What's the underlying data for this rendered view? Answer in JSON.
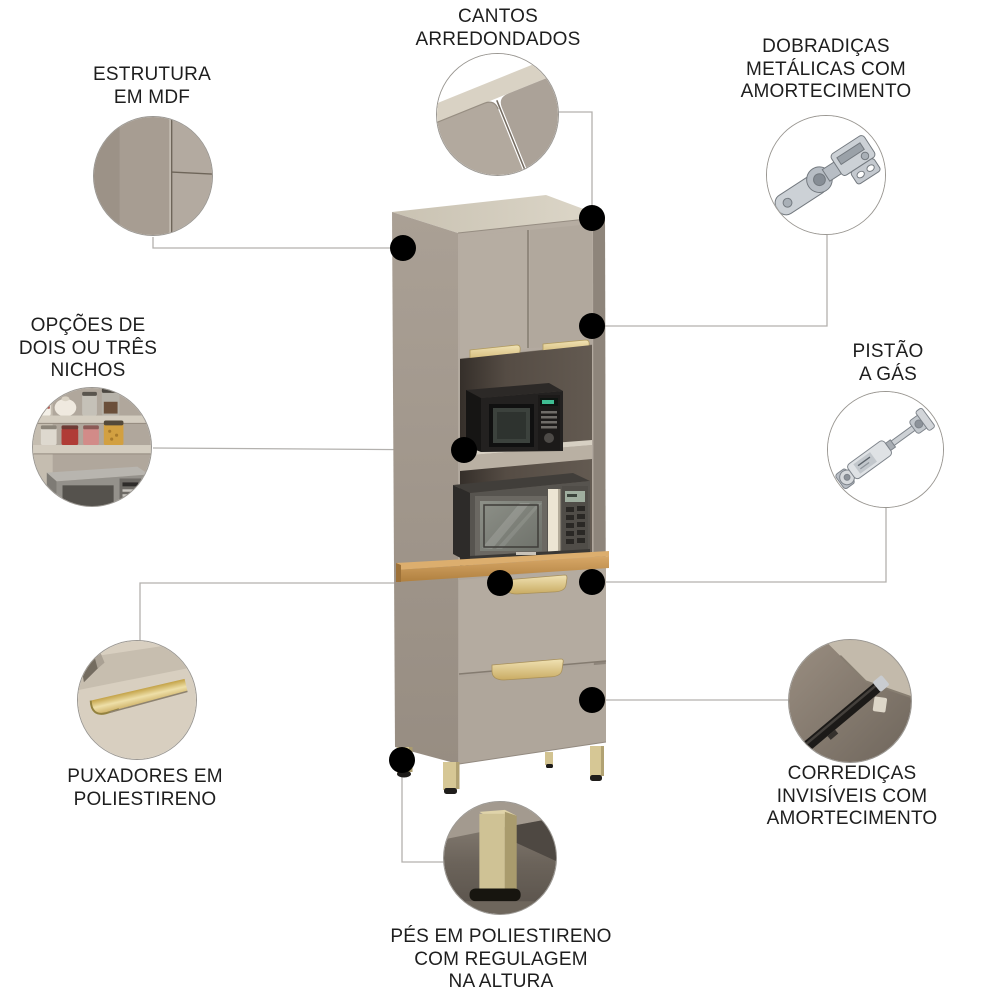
{
  "figure": {
    "type": "product-feature-diagram",
    "product": "torre quente / paneleiro para forno e micro-ondas",
    "background": "#ffffff"
  },
  "callouts": {
    "estrutura": {
      "label": "ESTRUTURA\nEM MDF",
      "icon": "mdf-panel-closeup"
    },
    "cantos": {
      "label": "CANTOS\nARREDONDADOS",
      "icon": "rounded-corner-closeup"
    },
    "dobradicas": {
      "label": "DOBRADIÇAS\nMETÁLICAS COM\nAMORTECIMENTO",
      "icon": "soft-close-hinge"
    },
    "nichos": {
      "label": "OPÇÕES DE\nDOIS OU TRÊS\nNICHOS",
      "icon": "shelf-niches-closeup"
    },
    "pistao": {
      "label": "PISTÃO\nA GÁS",
      "icon": "gas-piston"
    },
    "puxadores": {
      "label": "PUXADORES EM\nPOLIESTIRENO",
      "icon": "gold-handle-closeup"
    },
    "corredicas": {
      "label": "CORREDIÇAS\nINVISÍVEIS COM\nAMORTECIMENTO",
      "icon": "drawer-slide-closeup"
    },
    "pes": {
      "label": "PÉS EM POLIESTIRENO\nCOM REGULAGEM\nNA ALTURA",
      "icon": "adjustable-foot-closeup"
    }
  },
  "colors": {
    "cabinet_front": "#b2a99e",
    "cabinet_side": "#a2988d",
    "cabinet_top": "#d6cfc1",
    "niche_interior": "#4a423c",
    "countertop_wood": "#c4955b",
    "handle_gold": "#e6d5a2",
    "leg_gold": "#d4c692",
    "microwave_black": "#232120",
    "microwave_gray": "#56534e",
    "connector_line": "#b3b3b3",
    "callout_dot": "#000000",
    "text": "#1e1e1e"
  }
}
